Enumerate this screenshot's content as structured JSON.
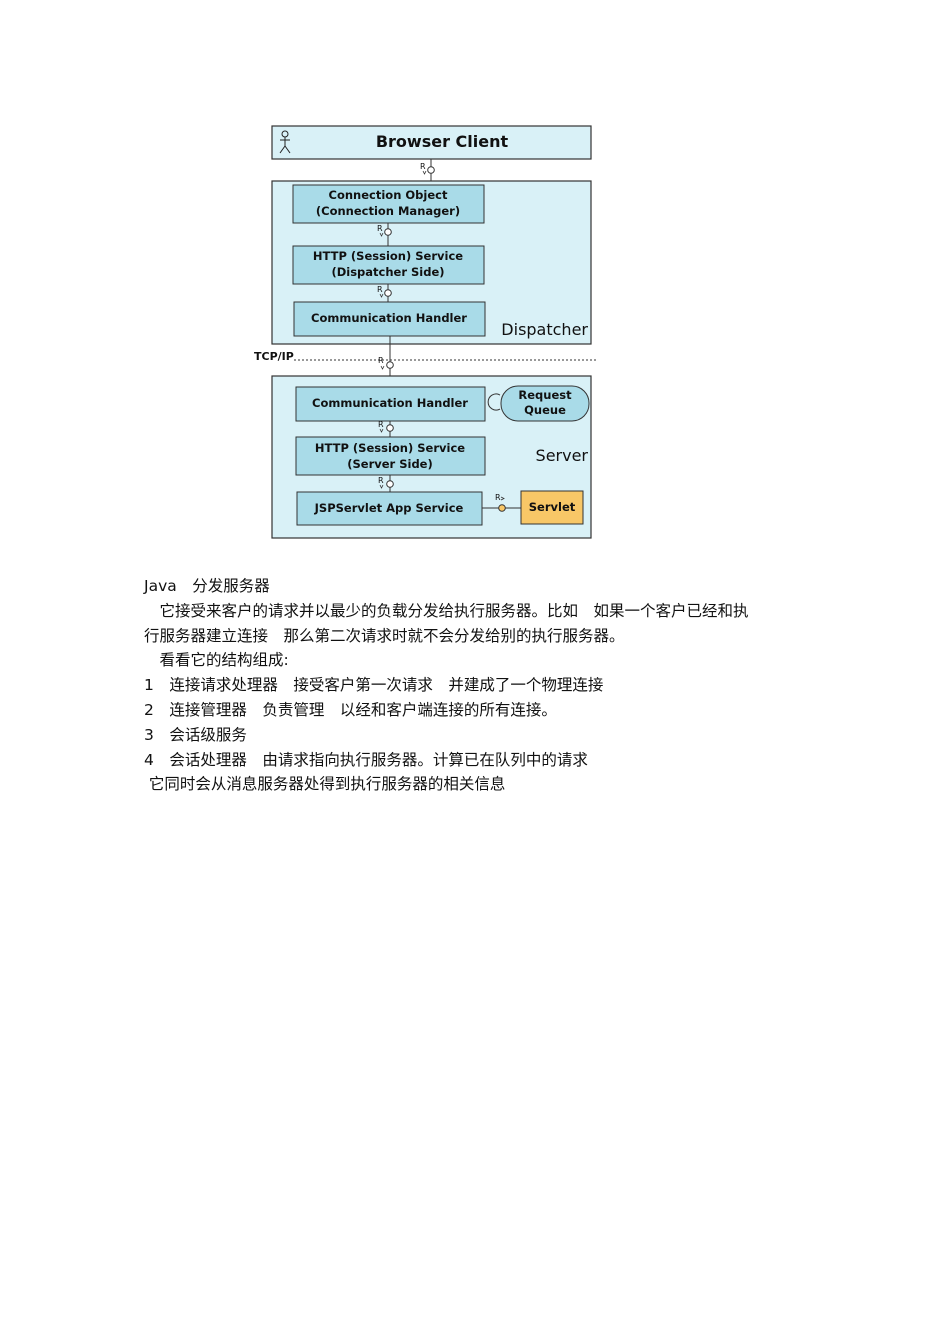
{
  "diagram": {
    "browser_client": "Browser Client",
    "dispatcher_label": "Dispatcher",
    "server_label": "Server",
    "connection_object_line1": "Connection Object",
    "connection_object_line2": "(Connection Manager)",
    "http_dispatcher_line1": "HTTP (Session) Service",
    "http_dispatcher_line2": "(Dispatcher Side)",
    "comm_handler_dispatcher": "Communication Handler",
    "tcp_label": "TCP/IP",
    "comm_handler_server": "Communication Handler",
    "request_queue_line1": "Request",
    "request_queue_line2": "Queue",
    "http_server_line1": "HTTP (Session) Service",
    "http_server_line2": "(Server Side)",
    "jsp_servlet_app_service": "JSPServlet App Service",
    "servlet": "Servlet",
    "interface_label": "R",
    "colors": {
      "panel_fill": "#d9f1f7",
      "box_fill": "#a9dbe8",
      "servlet_fill": "#f8c767",
      "border": "#333333"
    }
  },
  "text": {
    "title": "Java　分发服务器",
    "para1_line1": "　它接受来客户的请求并以最少的负载分发给执行服务器。比如　如果一个客户已经和执",
    "para1_line2": "行服务器建立连接　那么第二次请求时就不会分发给别的执行服务器。",
    "para2": "　看看它的结构组成:",
    "item1": "1　连接请求处理器　接受客户第一次请求　并建成了一个物理连接",
    "item2": "2　连接管理器　负责管理　以经和客户端连接的所有连接。",
    "item3": "3　会话级服务",
    "item4": "4　会话处理器　由请求指向执行服务器。计算已在队列中的请求",
    "item4_cont": " 它同时会从消息服务器处得到执行服务器的相关信息"
  }
}
